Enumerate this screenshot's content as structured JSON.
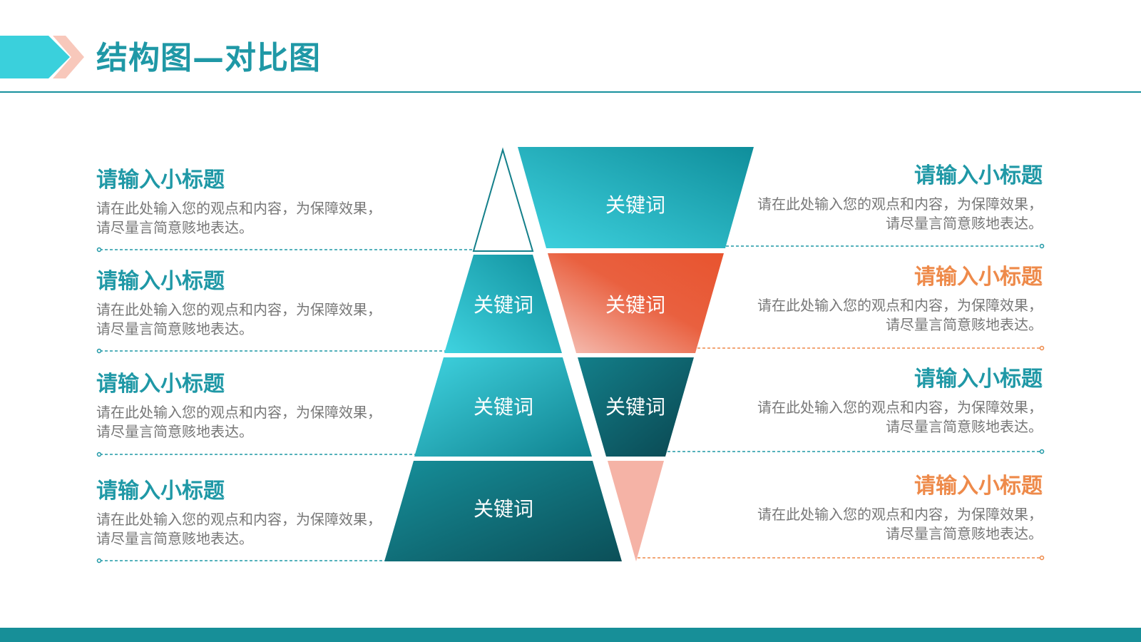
{
  "header": {
    "title": "结构图—对比图"
  },
  "colors": {
    "teal": "#1f98a6",
    "orange": "#ee8a4a",
    "dark_teal": "#0f5d66",
    "light_cyan": "#3ed1df",
    "salmon": "#f4b3a6",
    "coral": "#e95a3b"
  },
  "left_items": [
    {
      "title": "请输入小标题",
      "desc": "请在此处输入您的观点和内容，为保障效果，请尽量言简意赅地表达。"
    },
    {
      "title": "请输入小标题",
      "desc": "请在此处输入您的观点和内容，为保障效果，请尽量言简意赅地表达。"
    },
    {
      "title": "请输入小标题",
      "desc": "请在此处输入您的观点和内容，为保障效果，请尽量言简意赅地表达。"
    },
    {
      "title": "请输入小标题",
      "desc": "请在此处输入您的观点和内容，为保障效果，请尽量言简意赅地表达。"
    }
  ],
  "right_items": [
    {
      "title": "请输入小标题",
      "desc": "请在此处输入您的观点和内容，为保障效果，请尽量言简意赅地表达。",
      "accent": "teal"
    },
    {
      "title": "请输入小标题",
      "desc": "请在此处输入您的观点和内容，为保障效果，请尽量言简意赅地表达。",
      "accent": "orange"
    },
    {
      "title": "请输入小标题",
      "desc": "请在此处输入您的观点和内容，为保障效果，请尽量言简意赅地表达。",
      "accent": "teal"
    },
    {
      "title": "请输入小标题",
      "desc": "请在此处输入您的观点和内容，为保障效果，请尽量言简意赅地表达。",
      "accent": "orange"
    }
  ],
  "pyramid_keywords": [
    "关键词",
    "关键词",
    "关键词"
  ],
  "funnel_keywords": [
    "关键词",
    "关键词",
    "关键词"
  ]
}
